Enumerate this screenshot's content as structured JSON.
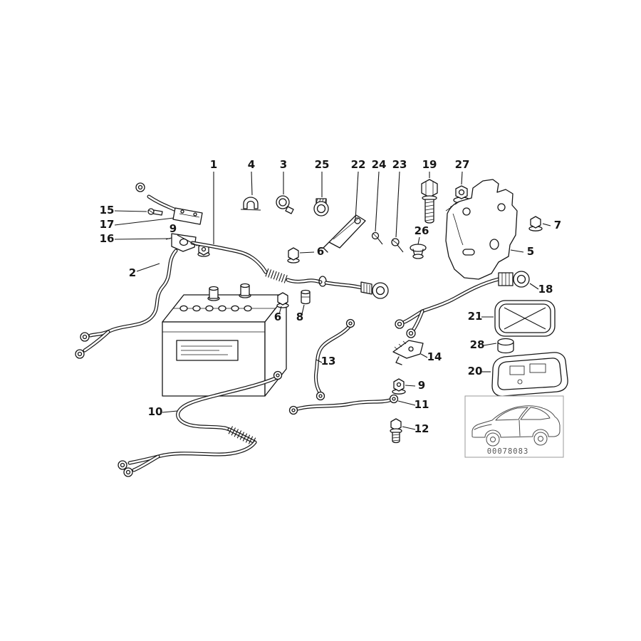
{
  "diagram": {
    "part_code": "00078083",
    "colors": {
      "line": "#161616",
      "frame": "#9a9a9a",
      "code_text": "#555555"
    },
    "callouts": [
      {
        "label": "1"
      },
      {
        "label": "4"
      },
      {
        "label": "3"
      },
      {
        "label": "25"
      },
      {
        "label": "22"
      },
      {
        "label": "24"
      },
      {
        "label": "23"
      },
      {
        "label": "19"
      },
      {
        "label": "27"
      },
      {
        "label": "15"
      },
      {
        "label": "17"
      },
      {
        "label": "16"
      },
      {
        "label": "9"
      },
      {
        "label": "2"
      },
      {
        "label": "26"
      },
      {
        "label": "6"
      },
      {
        "label": "5"
      },
      {
        "label": "7"
      },
      {
        "label": "18"
      },
      {
        "label": "6"
      },
      {
        "label": "8"
      },
      {
        "label": "21"
      },
      {
        "label": "28"
      },
      {
        "label": "20"
      },
      {
        "label": "14"
      },
      {
        "label": "9"
      },
      {
        "label": "11"
      },
      {
        "label": "12"
      },
      {
        "label": "13"
      },
      {
        "label": "10"
      }
    ]
  }
}
